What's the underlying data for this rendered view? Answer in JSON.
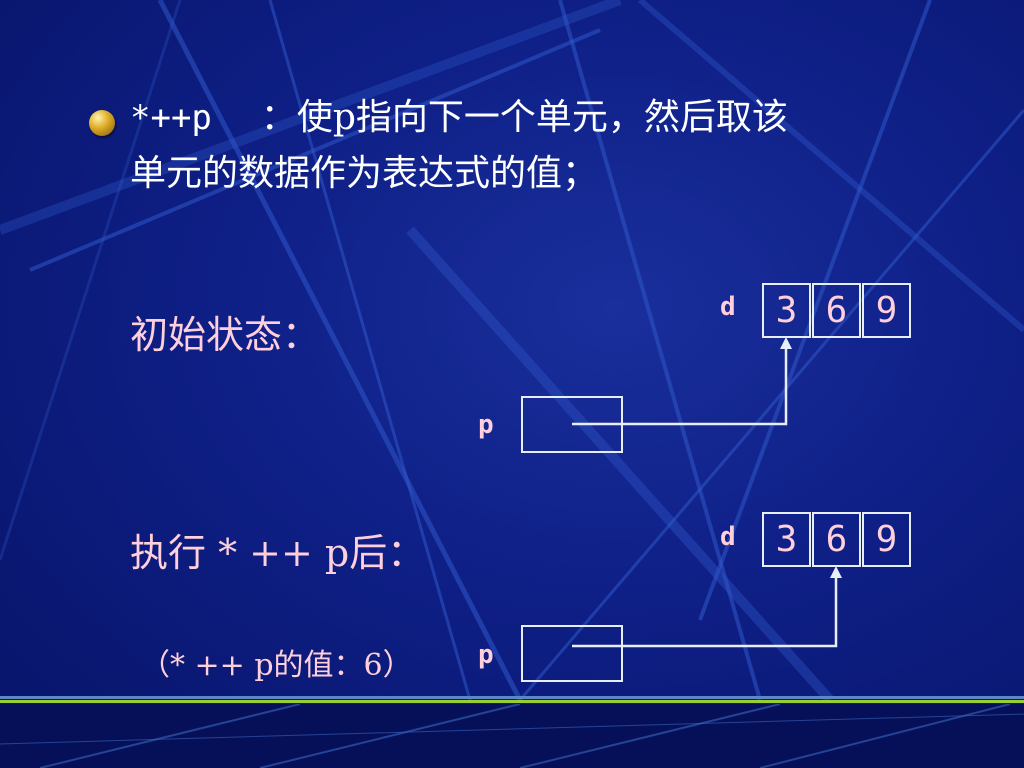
{
  "bullet": {
    "code": "*++p",
    "colon": "：",
    "line1_text": "使p指向下一个单元，然后取该",
    "line2_text": "单元的数据作为表达式的值；"
  },
  "initial": {
    "label": "初始状态：",
    "array_name": "d",
    "pointer_name": "p",
    "cells": [
      "3",
      "6",
      "9"
    ]
  },
  "after": {
    "label": "执行 * ++ p后：",
    "array_name": "d",
    "pointer_name": "p",
    "cells": [
      "3",
      "6",
      "9"
    ],
    "value_note": "（* ++ p的值：6）"
  },
  "colors": {
    "background": "#0e1f86",
    "text_white": "#ffffff",
    "text_pink": "#ffd0dc",
    "box_border": "#e8eef8",
    "stripe_green": "#9acd32"
  }
}
